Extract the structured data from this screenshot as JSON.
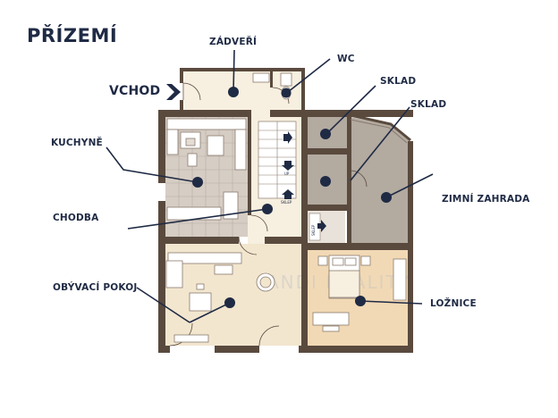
{
  "title": "PŘÍZEMÍ",
  "entrance": {
    "label": "VCHOD"
  },
  "rooms": {
    "zadveri": "ZÁDVEŘÍ",
    "wc": "WC",
    "sklad_top": "SKLAD",
    "sklad_right": "SKLAD",
    "kuchyne": "KUCHYNĚ",
    "zimni_zahrada": "ZIMNÍ ZAHRADA",
    "chodba": "CHODBA",
    "obyvaci_pokoj": "OBÝVACÍ POKOJ",
    "loznice": "LOŽNICE"
  },
  "stairs": {
    "up": "UP",
    "down": "SKLEP",
    "cellar": "SKLEP"
  },
  "watermark": "ANDI REALITY",
  "colors": {
    "wall": "#5a4a3e",
    "floor_wood": "#f2e6cf",
    "floor_wood_light": "#f7efdf",
    "floor_tile": "#d6cdc4",
    "floor_tile_line": "#b8ada2",
    "floor_grey": "#b3aaa0",
    "marker": "#1f2a44",
    "text": "#1f2a44"
  }
}
